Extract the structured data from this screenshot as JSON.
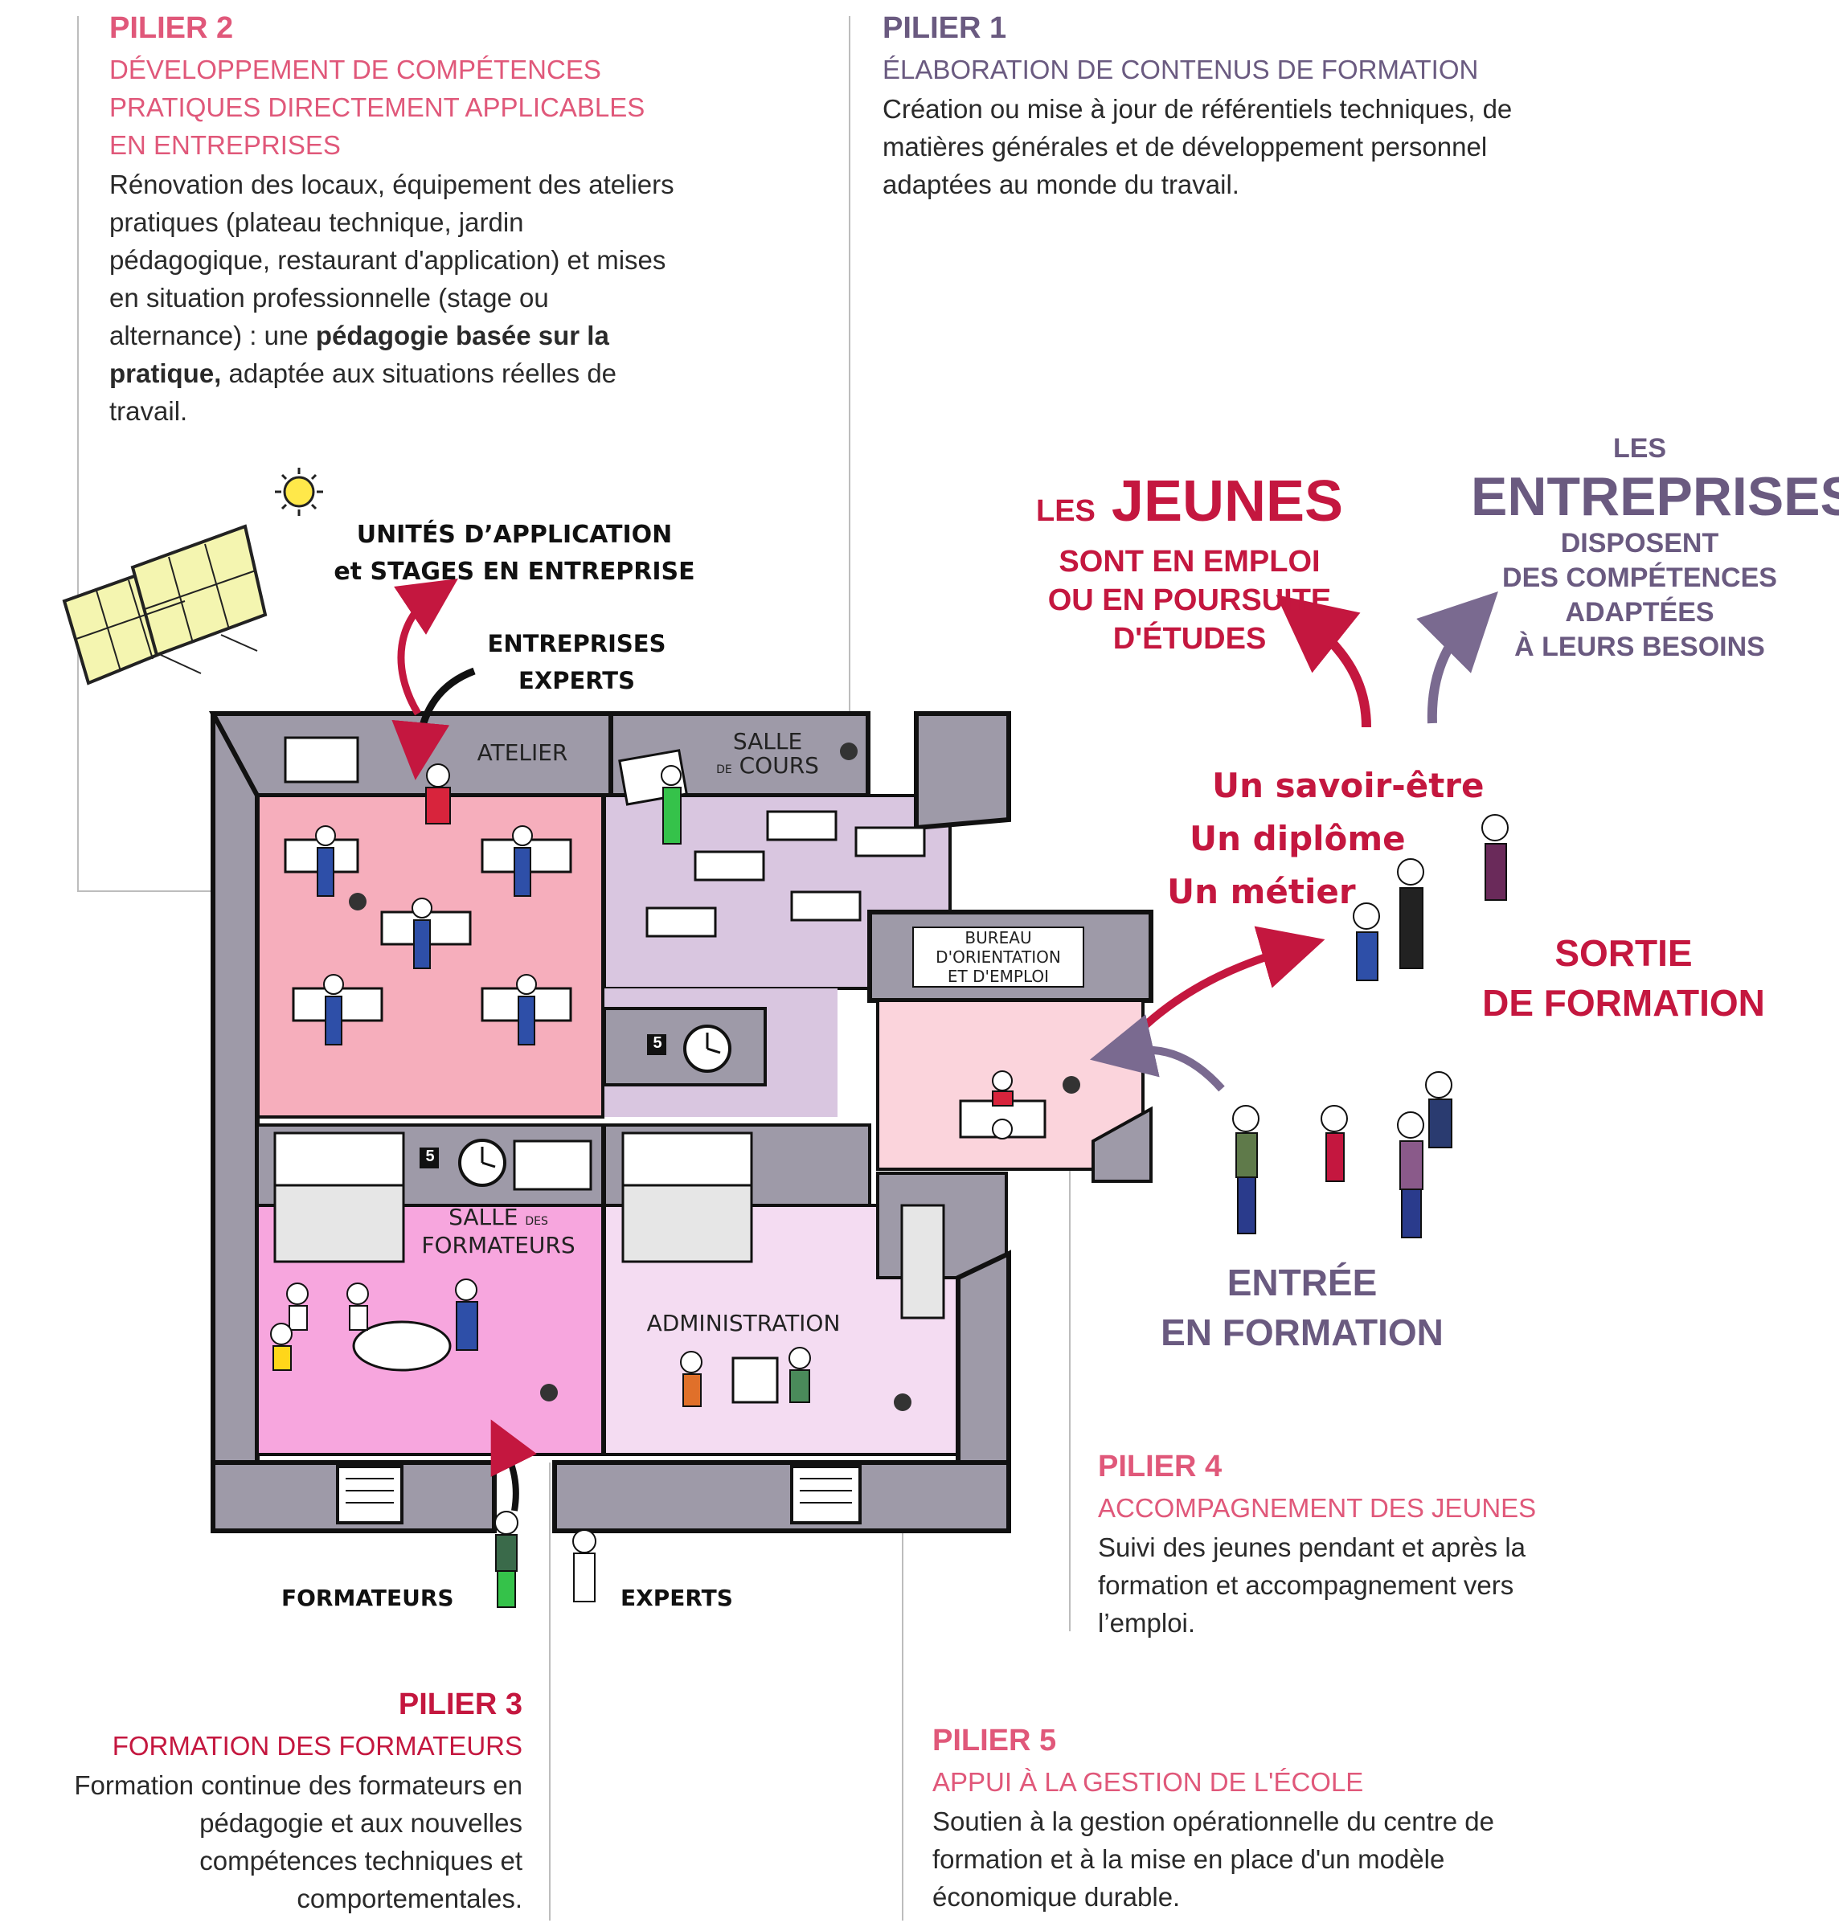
{
  "pillars": {
    "p1": {
      "title": "PILIER 1",
      "subtitle": "ÉLABORATION DE CONTENUS DE FORMATION",
      "body": "Création ou mise à jour de référentiels techniques, de matières générales et de développement personnel adaptées au monde du travail."
    },
    "p2": {
      "title": "PILIER 2",
      "subtitle": "DÉVELOPPEMENT DE COMPÉTENCES PRATIQUES DIRECTEMENT APPLICABLES EN ENTREPRISES",
      "body_a": "Rénovation des locaux, équipement des ateliers pratiques (plateau technique, jardin pédagogique, restaurant d'application) et mises en situation professionnelle (stage ou alternance) : une ",
      "body_bold": "pédagogie basée sur la pratique,",
      "body_b": " adaptée aux situations réelles de travail."
    },
    "p3": {
      "title": "PILIER 3",
      "subtitle": "FORMATION DES FORMATEURS",
      "body": "Formation continue des formateurs en pédagogie et aux nouvelles compétences techniques et comportementales."
    },
    "p4": {
      "title": "PILIER 4",
      "subtitle": "ACCOMPAGNEMENT DES JEUNES",
      "body": "Suivi des jeunes pendant et après la formation et accompagnement vers l’emploi."
    },
    "p5": {
      "title": "PILIER 5",
      "subtitle": "APPUI À LA GESTION DE L'ÉCOLE",
      "body": "Soutien à la gestion opérationnelle du centre de formation et à la mise en place d'un modèle économique durable."
    }
  },
  "labels": {
    "unites_1": "UNITÉS D’APPLICATION",
    "unites_2": "et STAGES EN ENTREPRISE",
    "entreprises": "ENTREPRISES",
    "experts_top": "EXPERTS",
    "atelier": "ATELIER",
    "salle_cours_1": "SALLE",
    "salle_cours_de": "DE",
    "salle_cours_2": "COURS",
    "bureau_1": "BUREAU",
    "bureau_2": "D'ORIENTATION",
    "bureau_3": "ET D'EMPLOI",
    "salle_formateurs_1": "SALLE",
    "salle_formateurs_des": "DES",
    "salle_formateurs_2": "FORMATEURS",
    "administration": "ADMINISTRATION",
    "formateurs": "FORMATEURS",
    "experts_bottom": "EXPERTS",
    "clock_number": "5",
    "clock_number_2": "5"
  },
  "outcomes": {
    "jeunes_les": "LES",
    "jeunes_big": "JEUNES",
    "jeunes_1": "SONT EN EMPLOI",
    "jeunes_2": "OU EN POURSUITE",
    "jeunes_3": "D'ÉTUDES",
    "ent_les": "LES",
    "ent_big": "ENTREPRISES",
    "ent_1": "DISPOSENT",
    "ent_2": "DES COMPÉTENCES",
    "ent_3": "ADAPTÉES",
    "ent_4": "À LEURS BESOINS",
    "gain_1": "Un savoir-être",
    "gain_2": "Un diplôme",
    "gain_3": "Un métier",
    "sortie_1": "SORTIE",
    "sortie_2": "DE FORMATION",
    "entree_1": "ENTRÉE",
    "entree_2": "EN FORMATION"
  },
  "colors": {
    "pink": "#e0587a",
    "violet": "#6a5a80",
    "crimson": "#c4173f"
  }
}
